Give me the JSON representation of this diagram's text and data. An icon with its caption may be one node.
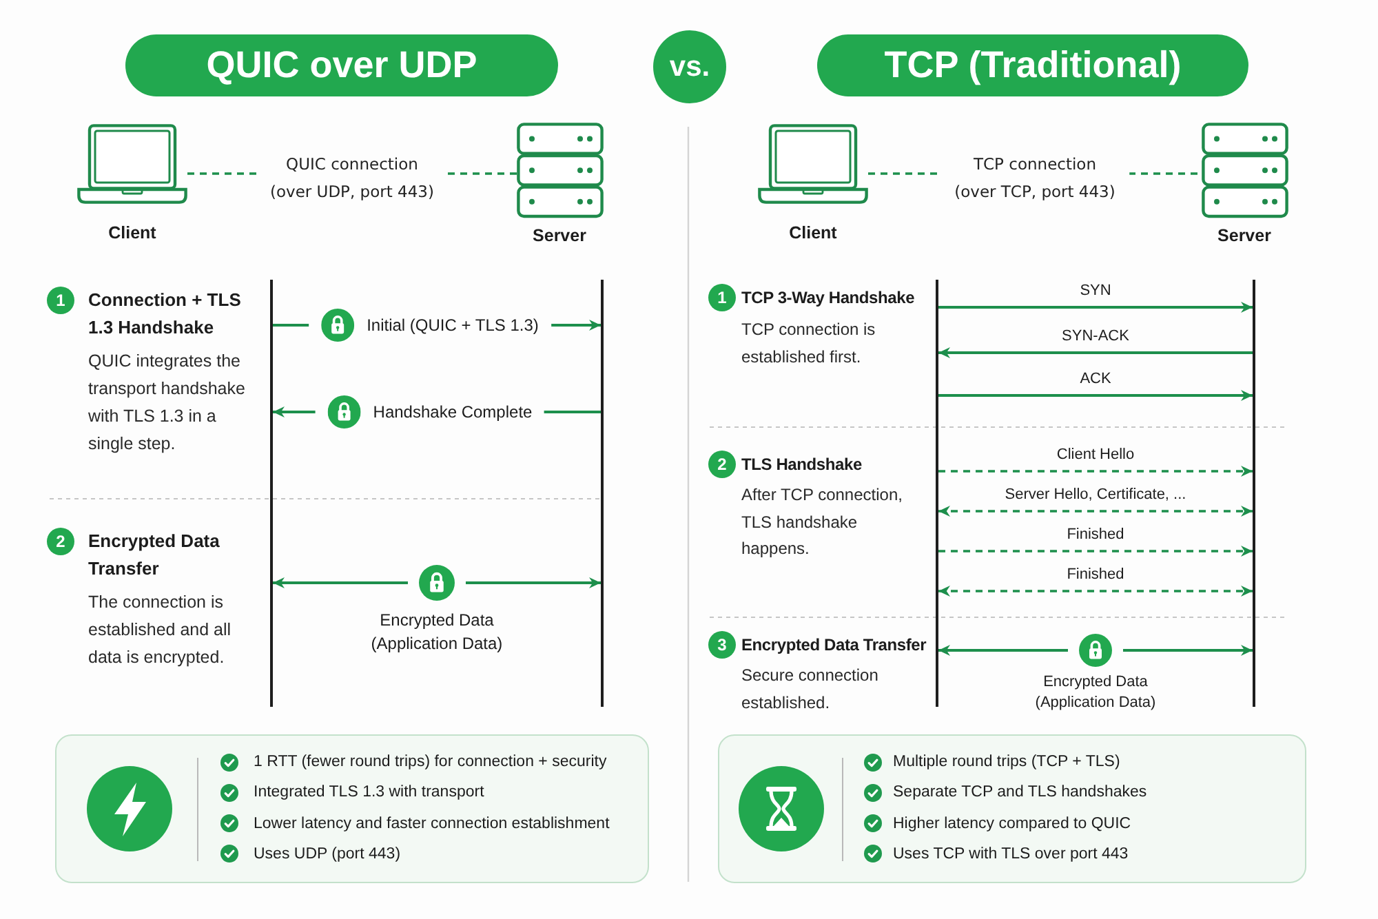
{
  "diagram": {
    "nodes": [
      {
        "text": [
          "QUIC over UDP"
        ]
      },
      {
        "text": [
          "vs."
        ]
      },
      {
        "text": [
          "TCP (Traditional)"
        ]
      },
      {
        "text": [],
        "shape": "laptop",
        "beside": [
          "Client"
        ]
      },
      {
        "text": [],
        "shape": "server",
        "beside": [
          "Server"
        ]
      },
      {
        "text": [
          "1"
        ],
        "beside": [
          "Connection + TLS 1.3 Handshake",
          "QUIC integrates the transport handshake with TLS 1.3 in a single step."
        ]
      },
      {
        "text": [],
        "shape": "bar"
      },
      {
        "text": [],
        "shape": "bar"
      },
      {
        "text": [
          "2"
        ],
        "beside": [
          "Encrypted Data Transfer",
          "The connection is established and all data is encrypted."
        ]
      },
      {
        "text": [
          "1 RTT (fewer round trips) for connection + security",
          "Integrated TLS 1.3 with transport",
          "Lower latency and faster connection establishment",
          "Uses UDP (port 443)"
        ]
      },
      {
        "text": [],
        "shape": "laptop",
        "beside": [
          "Client"
        ]
      },
      {
        "text": [],
        "shape": "server",
        "beside": [
          "Server"
        ]
      },
      {
        "text": [
          "1"
        ],
        "beside": [
          "TCP 3-Way Handshake",
          "TCP connection is established first."
        ]
      },
      {
        "text": [],
        "shape": "bar"
      },
      {
        "text": [],
        "shape": "bar"
      },
      {
        "text": [
          "2"
        ],
        "beside": [
          "TLS Handshake",
          "After TCP connection, TLS handshake happens."
        ]
      },
      {
        "text": [
          "3"
        ],
        "beside": [
          "Encrypted Data Transfer",
          "Secure connection established."
        ]
      },
      {
        "text": [
          "Multiple round trips (TCP + TLS)",
          "Separate TCP and TLS handshakes",
          "Higher latency compared to QUIC",
          "Uses TCP with TLS over port 443"
        ]
      }
    ],
    "edges": [
      {
        "from": 3,
        "to": 4,
        "arrow": "none",
        "style": "dashed",
        "label": "QUIC connection (over UDP, port 443)"
      },
      {
        "from": 6,
        "to": 7,
        "arrow": "to",
        "label": "Initial (QUIC + TLS 1.3)"
      },
      {
        "from": 7,
        "to": 6,
        "arrow": "to",
        "label": "Handshake Complete"
      },
      {
        "from": 6,
        "to": 7,
        "arrow": "both",
        "label": "Encrypted Data (Application Data)"
      },
      {
        "from": 10,
        "to": 11,
        "arrow": "none",
        "style": "dashed",
        "label": "TCP connection (over TCP, port 443)"
      },
      {
        "from": 13,
        "to": 14,
        "arrow": "to",
        "label": "SYN"
      },
      {
        "from": 14,
        "to": 13,
        "arrow": "to",
        "label": "SYN-ACK"
      },
      {
        "from": 13,
        "to": 14,
        "arrow": "to",
        "label": "ACK"
      },
      {
        "from": 13,
        "to": 14,
        "arrow": "to",
        "style": "dashed",
        "label": "Client Hello"
      },
      {
        "from": 13,
        "to": 14,
        "arrow": "both",
        "style": "dashed",
        "label": "Server Hello, Certificate, ..."
      },
      {
        "from": 13,
        "to": 14,
        "arrow": "to",
        "style": "dashed",
        "label": "Finished"
      },
      {
        "from": 13,
        "to": 14,
        "arrow": "both",
        "style": "dashed",
        "label": "Finished"
      },
      {
        "from": 13,
        "to": 14,
        "arrow": "both",
        "label": "Encrypted Data (Application Data)"
      }
    ]
  }
}
